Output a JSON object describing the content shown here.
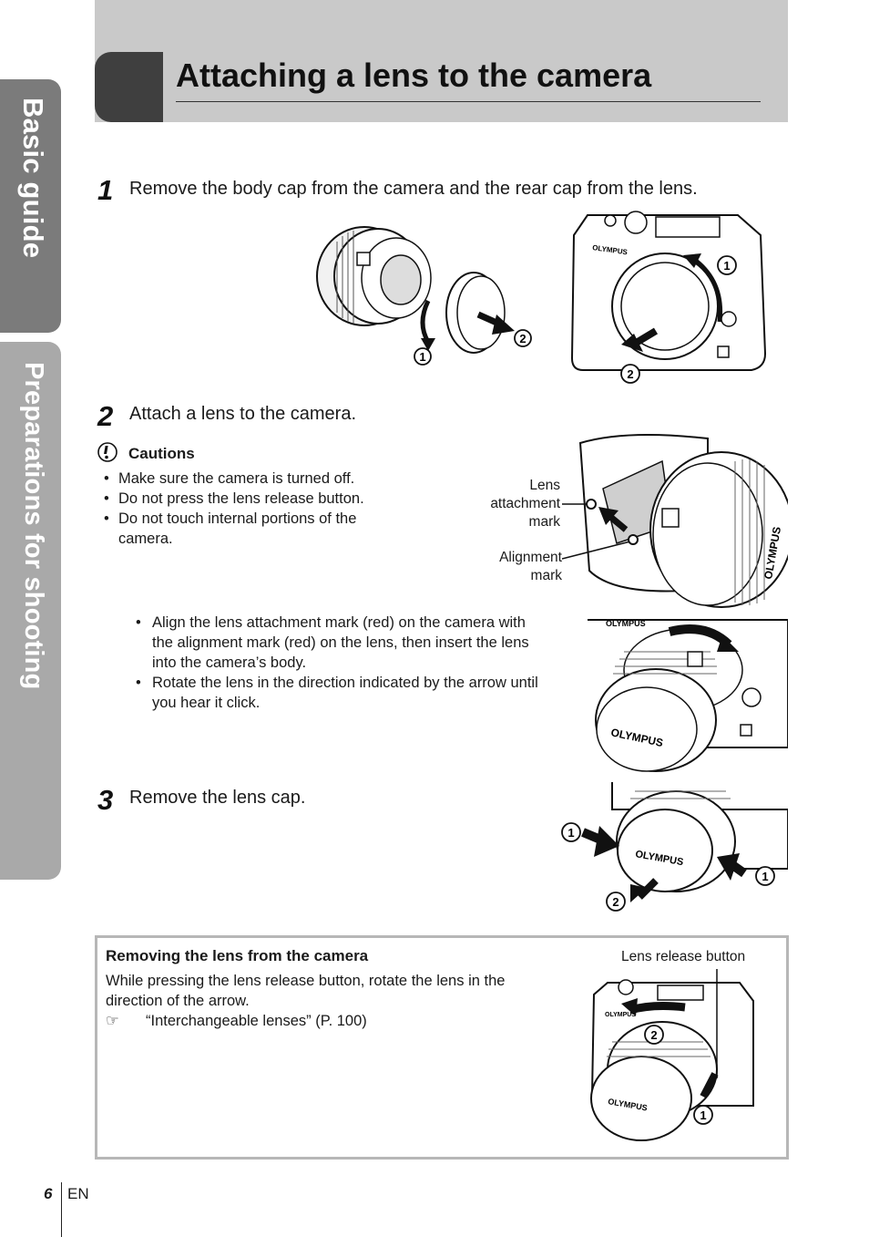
{
  "side_tabs": [
    {
      "label": "Basic guide"
    },
    {
      "label": "Preparations for shooting"
    }
  ],
  "header": {
    "title": "Attaching a lens to the camera"
  },
  "steps": [
    {
      "number": "1",
      "text": "Remove the body cap from the camera and the rear cap from the lens."
    },
    {
      "number": "2",
      "text": "Attach a lens to the camera."
    },
    {
      "number": "3",
      "text": "Remove the lens cap."
    }
  ],
  "cautions": {
    "title": "Cautions",
    "items": [
      "Make sure the camera is turned off.",
      "Do not press the lens release button.",
      "Do not touch internal portions of the camera."
    ]
  },
  "diagram_labels": {
    "lens_attachment_mark": [
      "Lens",
      "attachment",
      "mark"
    ],
    "alignment_mark": [
      "Alignment",
      "mark"
    ],
    "lens_release_button": "Lens release button",
    "brand": "OLYMPUS",
    "marker_1": "1",
    "marker_2": "2"
  },
  "attach_instructions": [
    "Align the lens attachment mark (red) on the camera with the alignment mark (red) on the lens, then insert the lens into the camera’s body.",
    "Rotate the lens in the direction indicated by the arrow until you hear it click."
  ],
  "note": {
    "title": "Removing the lens from the camera",
    "text": "While pressing the lens release button, rotate the lens in the direction of the arrow.",
    "reference_icon": "☞",
    "reference": "“Interchangeable lenses” (P. 100)"
  },
  "footer": {
    "page": "6",
    "lang": "EN"
  }
}
